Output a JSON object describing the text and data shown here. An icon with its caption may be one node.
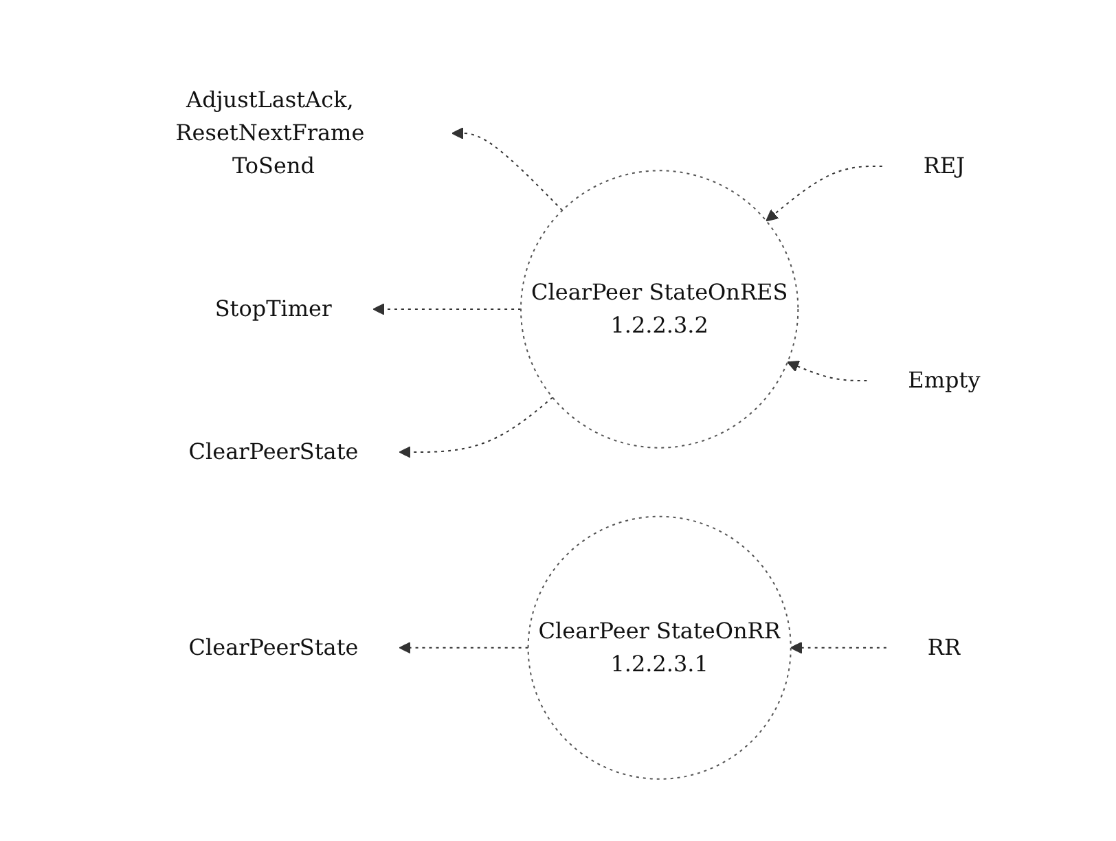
{
  "diagram": {
    "nodes": [
      {
        "text": [
          "AdjustLastAck, ResetNextFrame ToSend"
        ]
      },
      {
        "text": [
          "ClearPeer StateOnRES",
          "1.2.2.3.2"
        ]
      },
      {
        "text": [
          "REJ"
        ]
      },
      {
        "text": [
          "Empty"
        ]
      },
      {
        "text": [
          "StopTimer"
        ]
      },
      {
        "text": [
          "ClearPeerState"
        ]
      },
      {
        "text": [
          "RR"
        ]
      },
      {
        "text": [
          "ClearPeerState"
        ]
      },
      {
        "text": [
          "ClearPeer StateOnRR",
          "1.2.2.3.1"
        ]
      }
    ],
    "edges": [
      {
        "from": 2,
        "to": 1,
        "arrow": "to",
        "style": "dashed"
      },
      {
        "from": 3,
        "to": 1,
        "arrow": "to",
        "style": "dashed"
      },
      {
        "from": 1,
        "to": 0,
        "arrow": "to",
        "style": "dashed"
      },
      {
        "from": 1,
        "to": 4,
        "arrow": "to",
        "style": "dashed"
      },
      {
        "from": 1,
        "to": 5,
        "arrow": "to",
        "style": "dashed"
      },
      {
        "from": 6,
        "to": 8,
        "arrow": "to",
        "style": "dashed"
      },
      {
        "from": 8,
        "to": 7,
        "arrow": "to",
        "style": "dashed"
      }
    ]
  }
}
